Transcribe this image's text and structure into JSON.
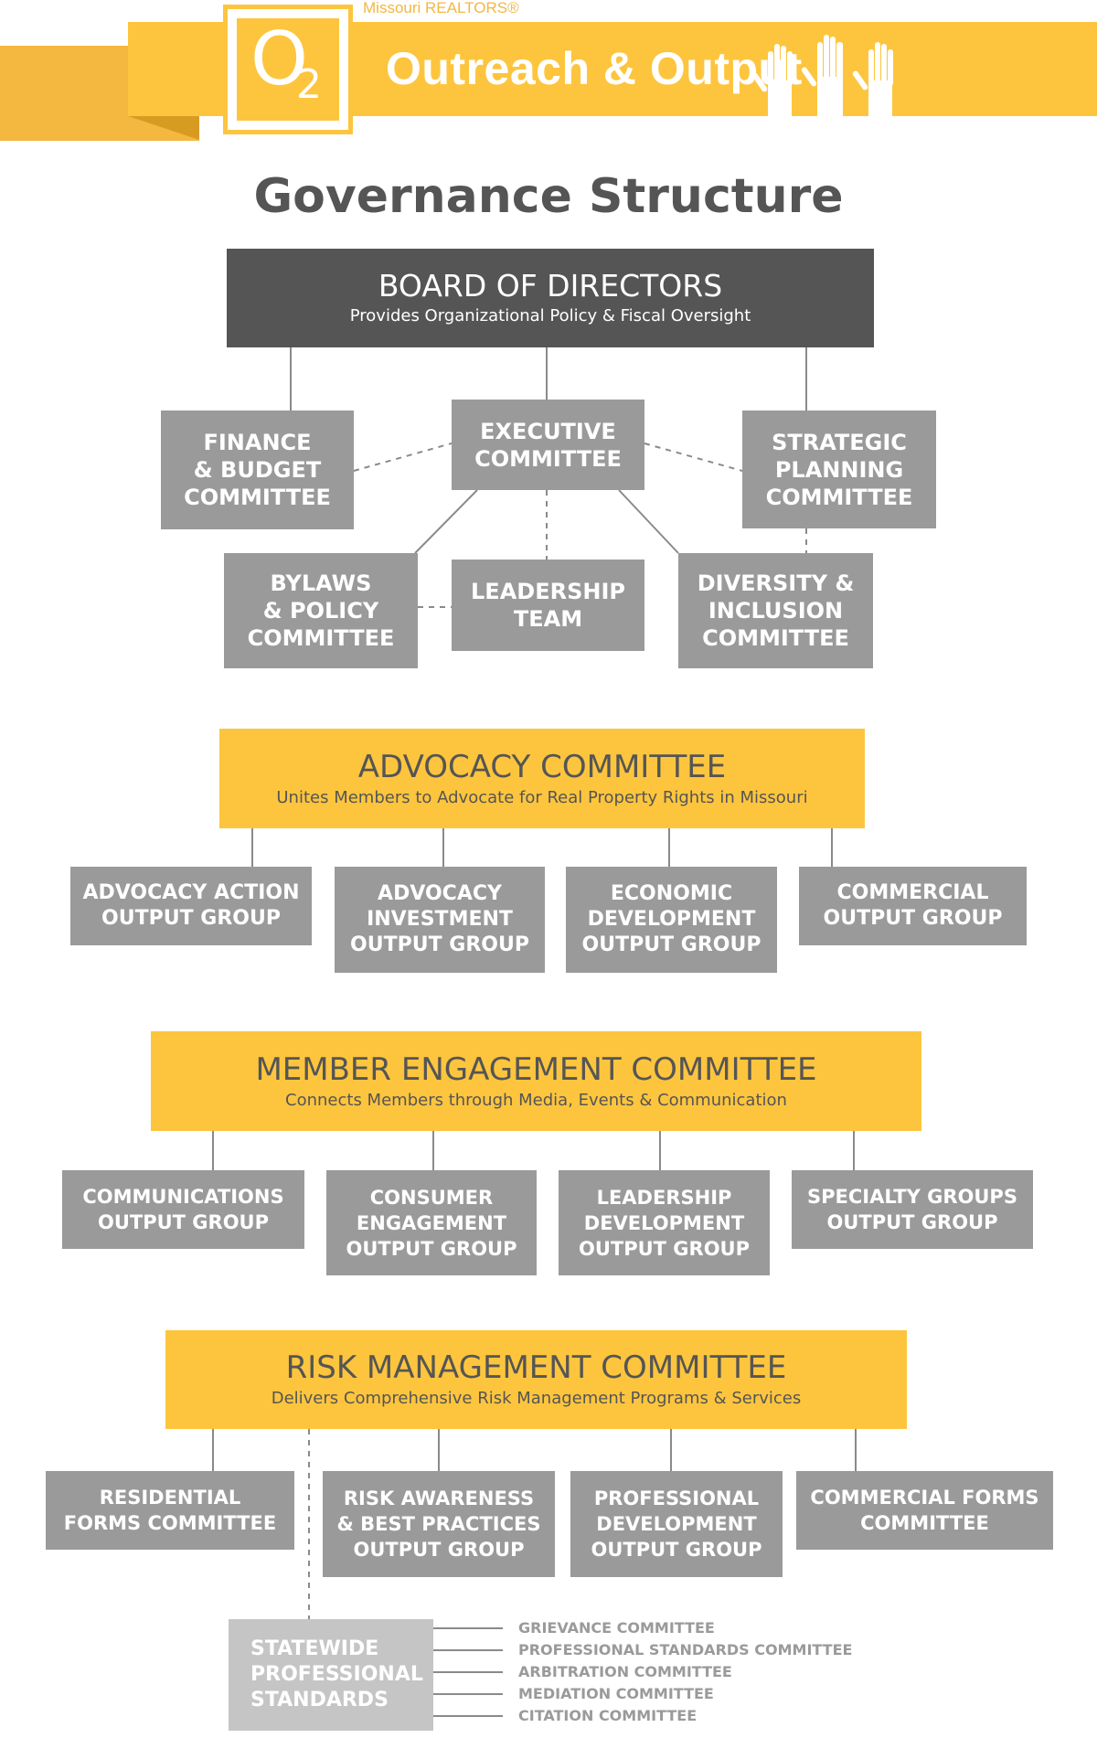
{
  "header": {
    "brand": "Missouri REALTORS®",
    "logo_letter": "O",
    "logo_sub": "2",
    "tagline": "Outreach & Output",
    "hands_icon": "raised-hands-icon"
  },
  "title": "Governance Structure",
  "colors": {
    "accent_yellow": "#FDC53E",
    "box_gray": "#9A9A9B",
    "board_dark": "#555556",
    "text_dark": "#555555",
    "standards_light": "#C5C5C6"
  },
  "board": {
    "title": "BOARD OF DIRECTORS",
    "subtitle": "Provides Organizational Policy & Fiscal Oversight",
    "committees": {
      "finance": "FINANCE\n& BUDGET\nCOMMITTEE",
      "executive": "EXECUTIVE\nCOMMITTEE",
      "strategic": "STRATEGIC\nPLANNING\nCOMMITTEE",
      "bylaws": "BYLAWS\n& POLICY\nCOMMITTEE",
      "leadership": "LEADERSHIP\nTEAM",
      "diversity": "DIVERSITY &\nINCLUSION\nCOMMITTEE"
    }
  },
  "advocacy": {
    "title": "ADVOCACY COMMITTEE",
    "subtitle": "Unites Members to Advocate for Real Property Rights in Missouri",
    "groups": [
      "ADVOCACY ACTION\nOUTPUT GROUP",
      "ADVOCACY\nINVESTMENT\nOUTPUT GROUP",
      "ECONOMIC\nDEVELOPMENT\nOUTPUT GROUP",
      "COMMERCIAL\nOUTPUT GROUP"
    ]
  },
  "member": {
    "title": "MEMBER ENGAGEMENT COMMITTEE",
    "subtitle": "Connects Members through Media, Events & Communication",
    "groups": [
      "COMMUNICATIONS\nOUTPUT GROUP",
      "CONSUMER\nENGAGEMENT\nOUTPUT GROUP",
      "LEADERSHIP\nDEVELOPMENT\nOUTPUT GROUP",
      "SPECIALTY GROUPS\nOUTPUT GROUP"
    ]
  },
  "risk": {
    "title": "RISK MANAGEMENT COMMITTEE",
    "subtitle": "Delivers Comprehensive Risk Management Programs & Services",
    "groups": [
      "RESIDENTIAL\nFORMS COMMITTEE",
      "RISK AWARENESS\n& BEST PRACTICES\nOUTPUT GROUP",
      "PROFESSIONAL\nDEVELOPMENT\nOUTPUT GROUP",
      "COMMERCIAL FORMS\nCOMMITTEE"
    ]
  },
  "standards": {
    "title": "STATEWIDE\nPROFESSIONAL\nSTANDARDS",
    "committees": [
      "GRIEVANCE COMMITTEE",
      "PROFESSIONAL STANDARDS COMMITTEE",
      "ARBITRATION COMMITTEE",
      "MEDIATION COMMITTEE",
      "CITATION COMMITTEE"
    ]
  }
}
